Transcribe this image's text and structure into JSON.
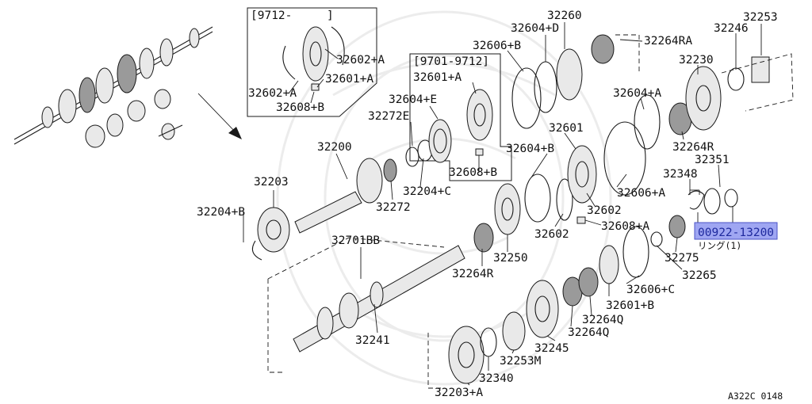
{
  "part_labels": {
    "p32260": "32260",
    "p32253": "32253",
    "p32604d": "32604+D",
    "p32606b": "32606+B",
    "p32264ra": "32264RA",
    "p32246": "32246",
    "p32230": "32230",
    "p32602a_r": "32602+A",
    "p32601a_in": "32601+A",
    "p32602a_l": "32602+A",
    "p32608b_in": "32608+B",
    "p32601a_mid": "32601+A",
    "p32604e": "32604+E",
    "p32604a": "32604+A",
    "p32272e": "32272E",
    "p32200": "32200",
    "p32601": "32601",
    "p32604b": "32604+B",
    "p32608b_mid": "32608+B",
    "p32264r": "32264R",
    "p32351": "32351",
    "p32348": "32348",
    "p32204c": "32204+C",
    "p32606a": "32606+A",
    "p32203": "32203",
    "p32272": "32272",
    "p32204b": "32204+B",
    "p32602_a": "32602",
    "p32608a": "32608+A",
    "p32602_b": "32602",
    "p32701bb": "32701BB",
    "p32250": "32250",
    "p32275": "32275",
    "p32265": "32265",
    "p32264r_b": "32264R",
    "p32606c": "32606+C",
    "p32601b": "32601+B",
    "p32264q_a": "32264Q",
    "p32264q_b": "32264Q",
    "p32241": "32241",
    "p32245": "32245",
    "p32253m": "32253M",
    "p32340": "32340",
    "p32203a": "32203+A"
  },
  "inset_boxes": {
    "inset_a_code": "[9712-",
    "inset_a_bracket": "]",
    "inset_b_code": "[9701-9712]"
  },
  "highlight": {
    "part_number": "00922-13200",
    "subtitle": "リング(1)"
  },
  "figure_code": "A322C 0148",
  "colors": {
    "highlight_fill": "#9fa6f2",
    "highlight_text": "#1f2a9e"
  }
}
